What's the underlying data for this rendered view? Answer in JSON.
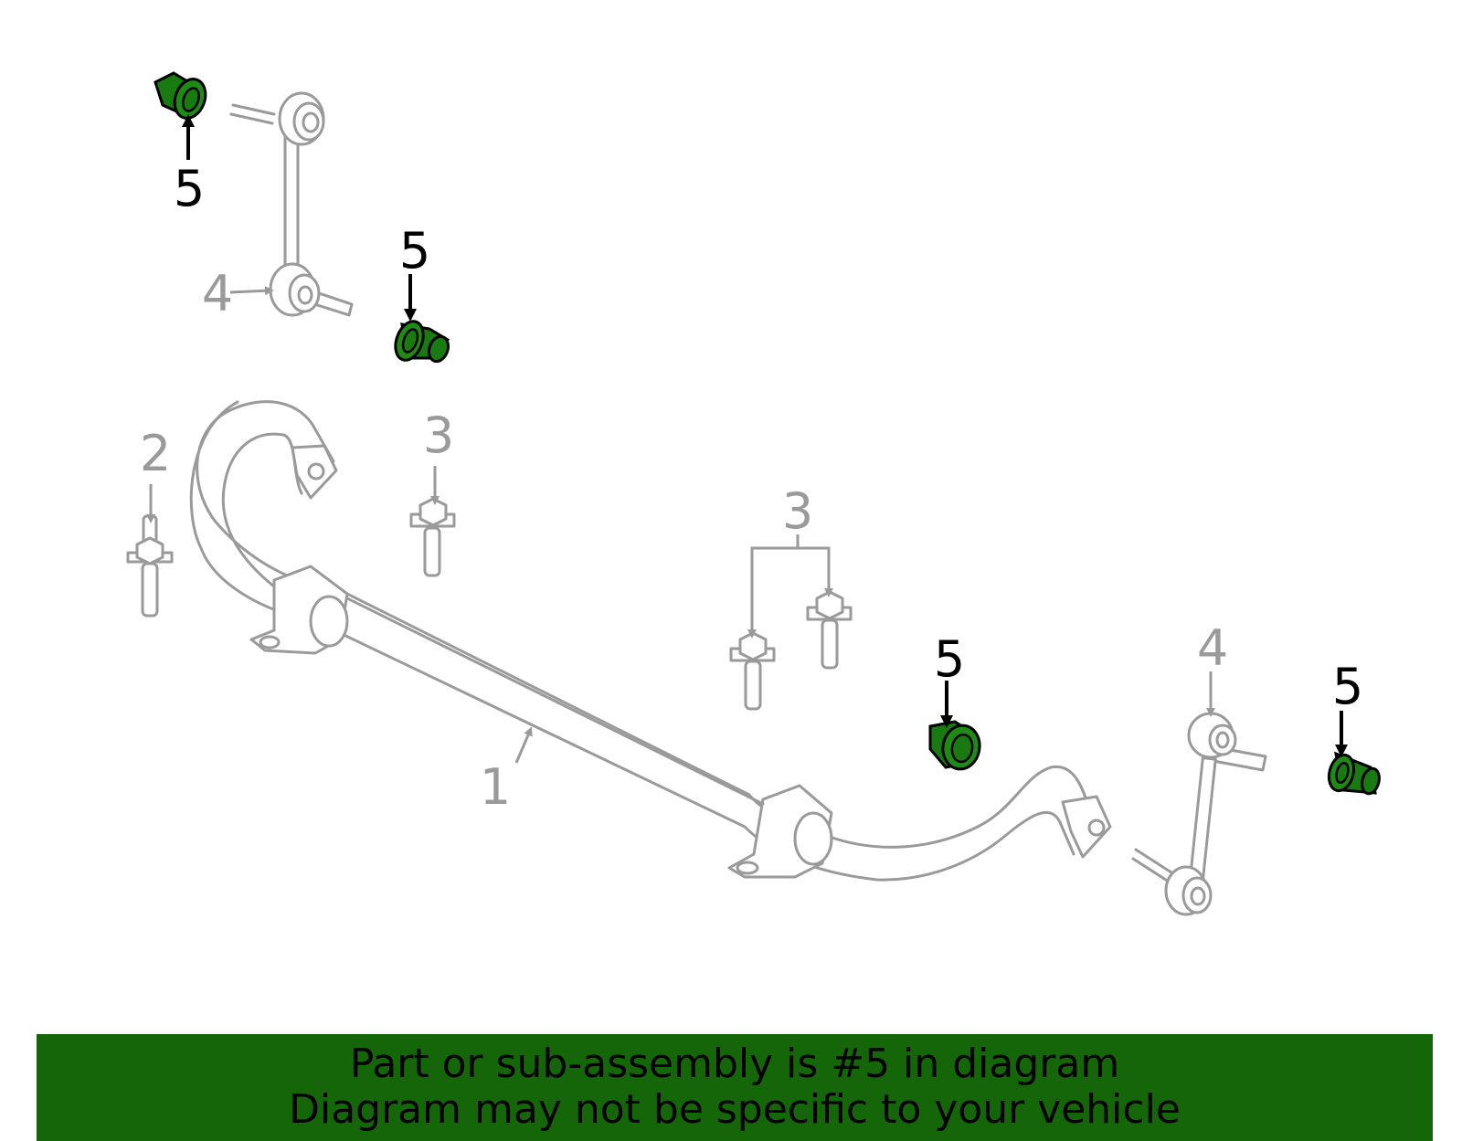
{
  "callouts": {
    "c1": "1",
    "c2": "2",
    "c3a": "3",
    "c3b": "3",
    "c4a": "4",
    "c4b": "4",
    "c5a": "5",
    "c5b": "5",
    "c5c": "5",
    "c5d": "5"
  },
  "banner": {
    "line1": "Part or sub-assembly is #5 in diagram",
    "line2": "Diagram may not be specific to your vehicle"
  },
  "colors": {
    "highlight_part": "#1a7a12",
    "banner_background": "#156609",
    "other_parts": "#9a9a9a"
  }
}
